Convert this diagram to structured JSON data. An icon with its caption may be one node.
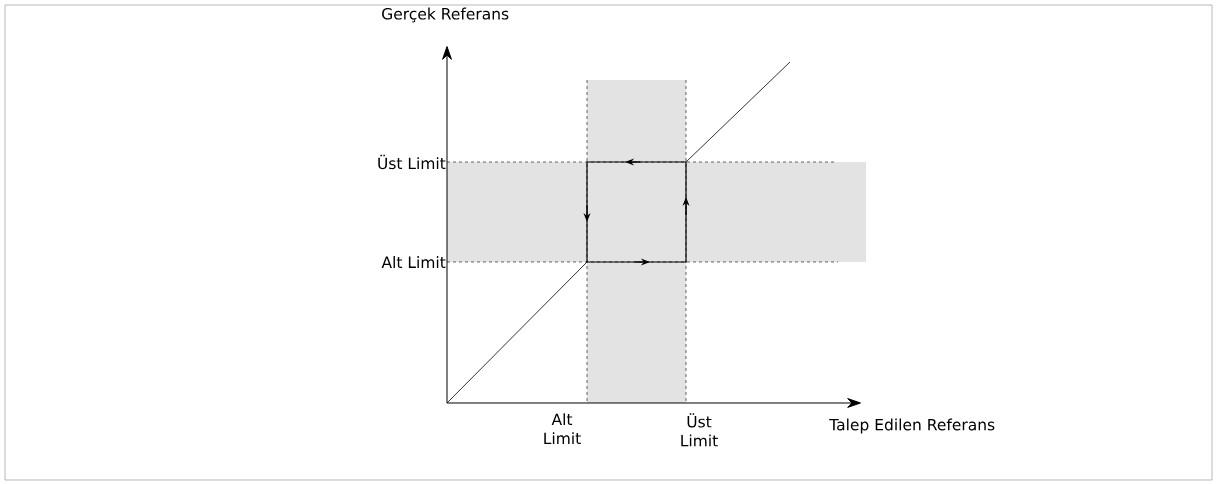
{
  "diagram": {
    "labels": [
      "Gerçek Referans",
      "Üst Limit",
      "Alt Limit",
      "Alt Limit",
      "Üst Limit",
      "Talep Edilen Referans"
    ]
  }
}
